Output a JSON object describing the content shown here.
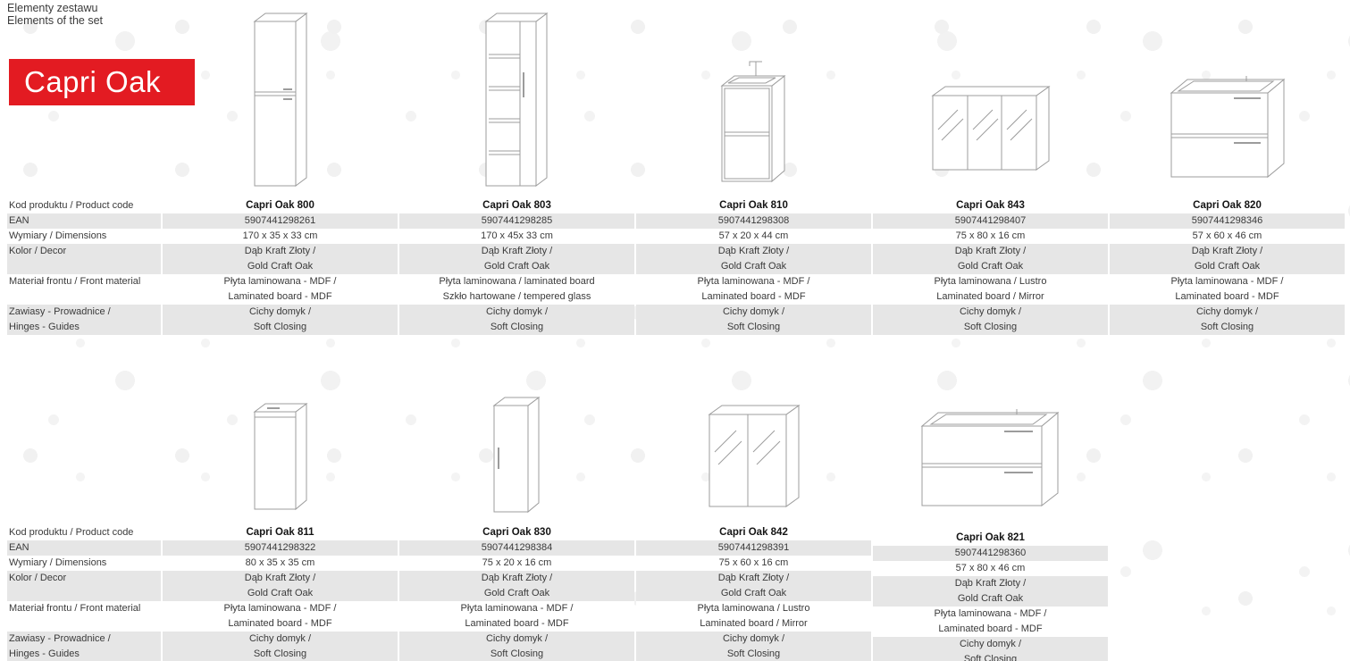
{
  "header": {
    "title_line1": "Elementy zestawu",
    "title_line2": "Elements of the set",
    "brand": "Capri Oak"
  },
  "colors": {
    "brand_red": "#e31b22",
    "stripe_gray": "#e6e6e6"
  },
  "row_labels": {
    "code": "Kod produktu / Product code",
    "ean": "EAN",
    "dimensions": "Wymiary / Dimensions",
    "color": "Kolor / Decor",
    "material": "Materiał frontu / Front material",
    "hinges": "Zawiasy - Prowadnice /\nHinges - Guides"
  },
  "row1": [
    {
      "code": "Capri Oak 800",
      "ean": "5907441298261",
      "dimensions": "170 x 35 x 33 cm",
      "color": "Dąb Kraft Złoty /\nGold Craft Oak",
      "material": "Płyta laminowana - MDF /\nLaminated board - MDF",
      "hinges": "Cichy domyk /\nSoft Closing"
    },
    {
      "code": "Capri Oak 803",
      "ean": "5907441298285",
      "dimensions": "170 x 45x 33 cm",
      "color": "Dąb Kraft Złoty /\nGold Craft Oak",
      "material": "Płyta laminowana / laminated board\nSzkło hartowane / tempered glass",
      "hinges": "Cichy domyk /\nSoft Closing"
    },
    {
      "code": "Capri Oak 810",
      "ean": "5907441298308",
      "dimensions": "57 x 20 x 44 cm",
      "color": "Dąb Kraft Złoty /\nGold Craft Oak",
      "material": "Płyta laminowana - MDF /\nLaminated board - MDF",
      "hinges": "Cichy domyk /\nSoft Closing"
    },
    {
      "code": "Capri Oak 843",
      "ean": "5907441298407",
      "dimensions": "75 x 80 x 16 cm",
      "color": "Dąb Kraft Złoty /\nGold Craft Oak",
      "material": "Płyta laminowana / Lustro\nLaminated board / Mirror",
      "hinges": "Cichy domyk /\nSoft Closing"
    },
    {
      "code": "Capri Oak 820",
      "ean": "5907441298346",
      "dimensions": "57 x 60 x 46 cm",
      "color": "Dąb Kraft Złoty /\nGold Craft Oak",
      "material": "Płyta laminowana - MDF /\nLaminated board - MDF",
      "hinges": "Cichy domyk /\nSoft Closing"
    }
  ],
  "row2": [
    {
      "code": "Capri Oak 811",
      "ean": "5907441298322",
      "dimensions": "80 x 35 x 35 cm",
      "color": "Dąb Kraft Złoty /\nGold Craft Oak",
      "material": "Płyta laminowana - MDF /\nLaminated board - MDF",
      "hinges": "Cichy domyk /\nSoft Closing"
    },
    {
      "code": "Capri Oak 830",
      "ean": "5907441298384",
      "dimensions": "75 x 20 x 16 cm",
      "color": "Dąb Kraft Złoty /\nGold Craft Oak",
      "material": "Płyta laminowana - MDF /\nLaminated board - MDF",
      "hinges": "Cichy domyk /\nSoft Closing"
    },
    {
      "code": "Capri Oak 842",
      "ean": "5907441298391",
      "dimensions": "75 x 60 x 16 cm",
      "color": "Dąb Kraft Złoty /\nGold Craft Oak",
      "material": "Płyta laminowana / Lustro\nLaminated board / Mirror",
      "hinges": "Cichy domyk /\nSoft Closing"
    },
    {
      "code": "Capri Oak 821",
      "ean": "5907441298360",
      "dimensions": "57 x 80 x 46 cm",
      "color": "Dąb Kraft Złoty /\nGold Craft Oak",
      "material": "Płyta laminowana - MDF /\nLaminated board - MDF",
      "hinges": "Cichy domyk /\nSoft Closing"
    }
  ]
}
